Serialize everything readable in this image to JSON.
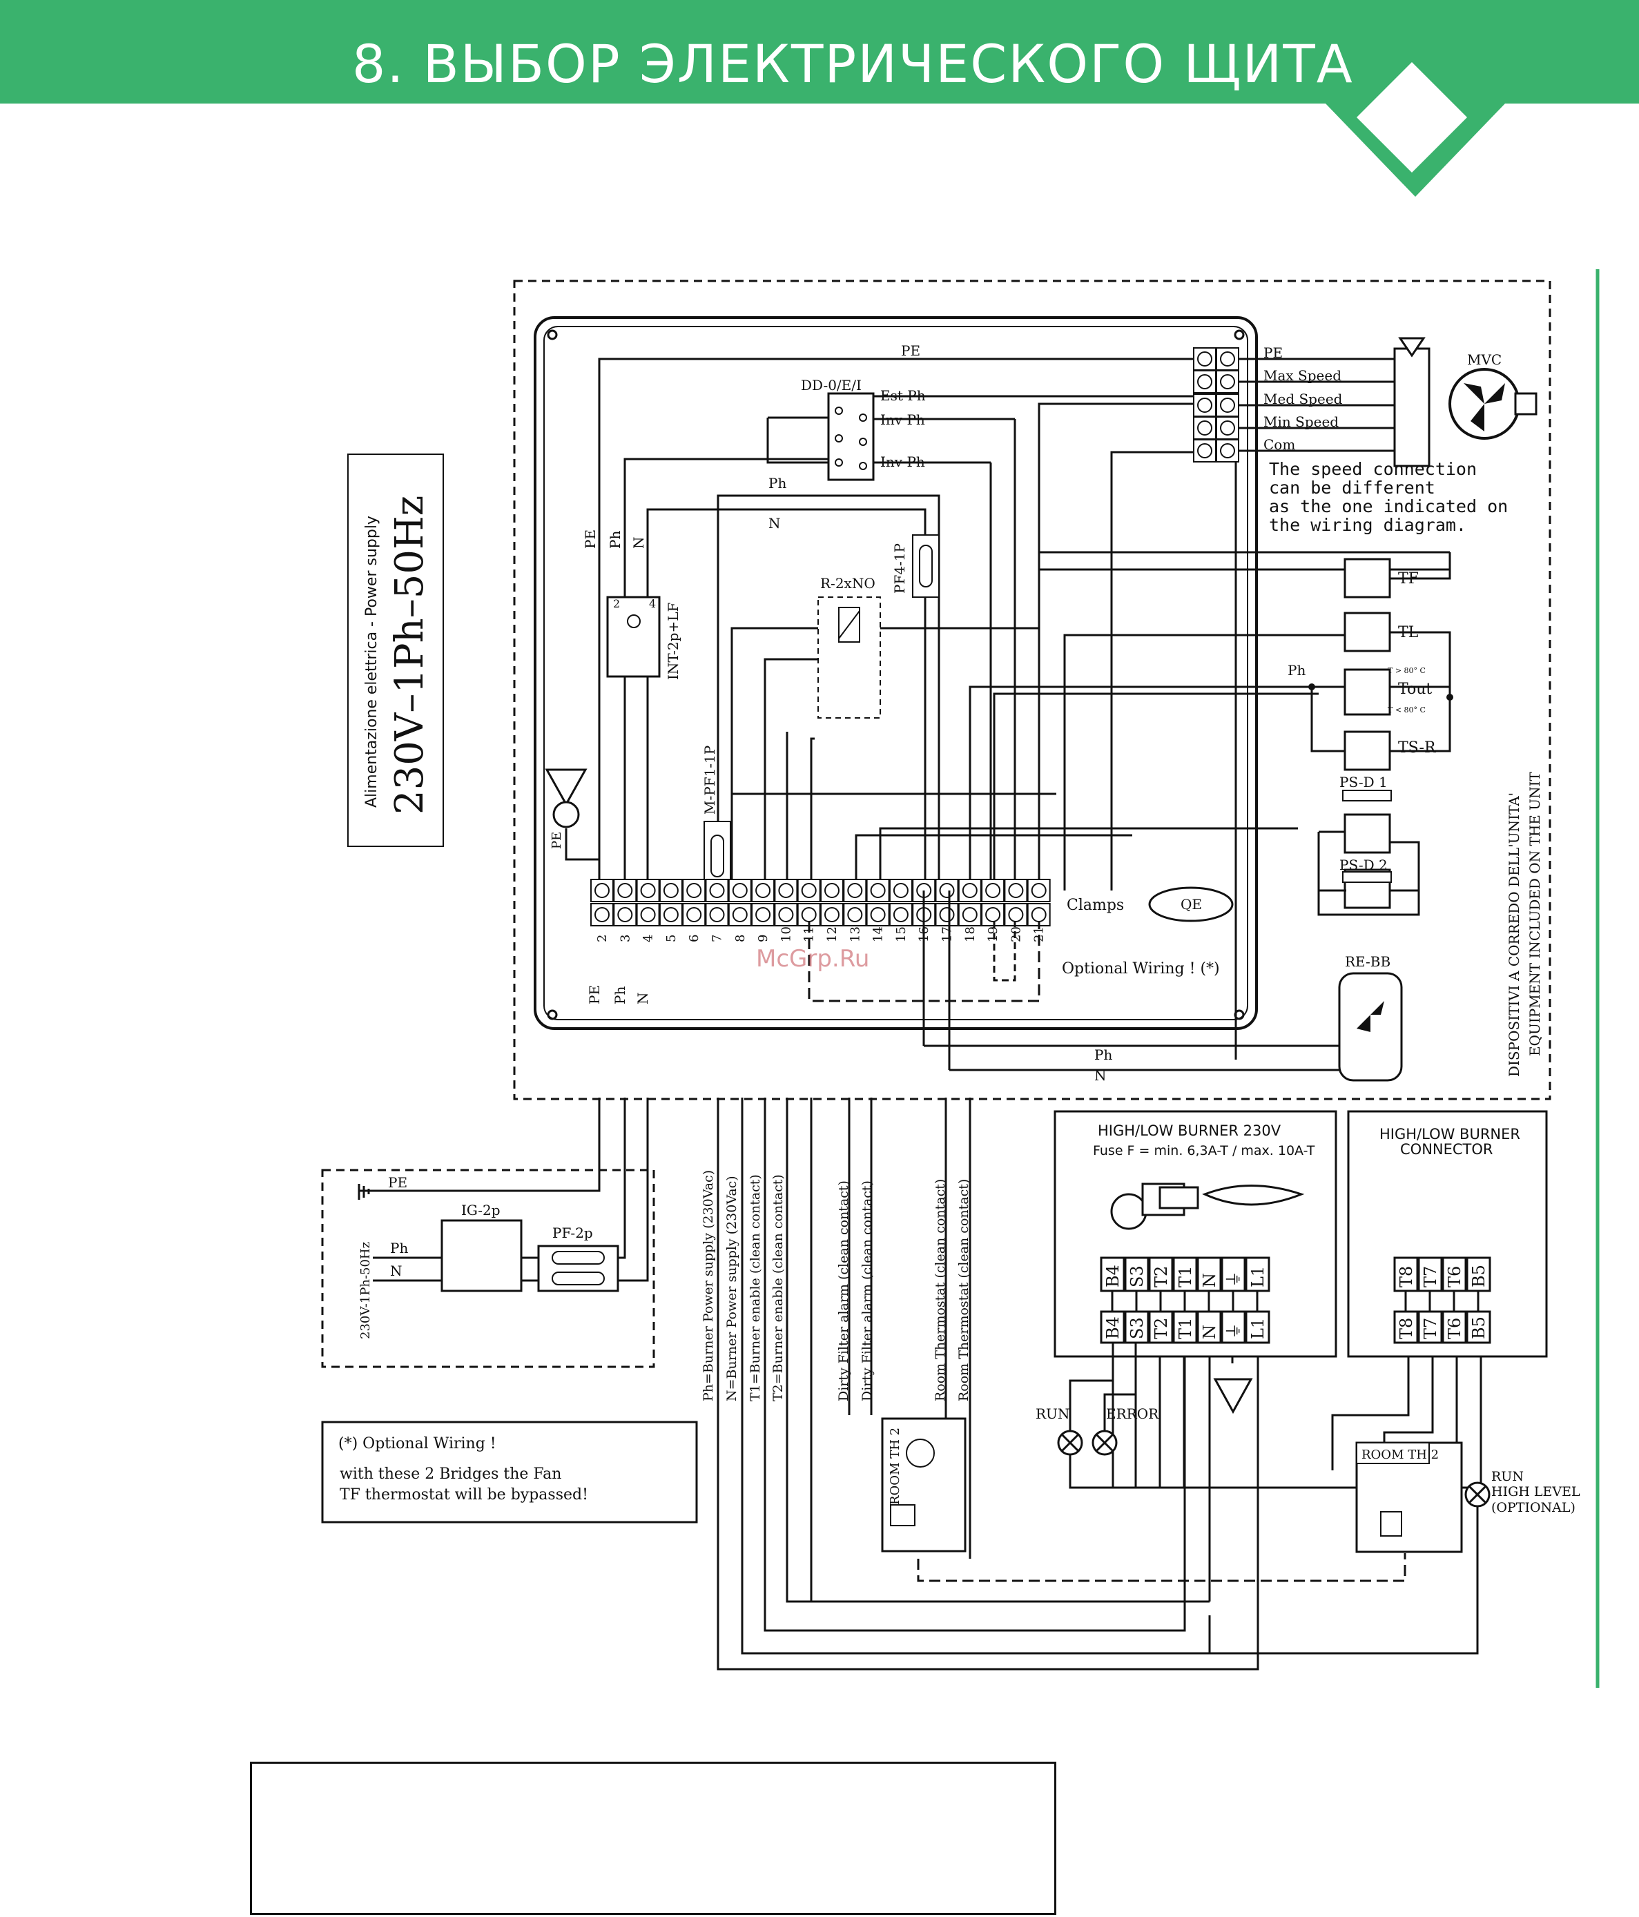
{
  "header": {
    "title": "8. ВЫБОР ЭЛЕКТРИЧЕСКОГО ЩИТА",
    "color": "#3ab26d"
  },
  "watermark": "McGrp.Ru",
  "power_supply": {
    "caption": "Alimentazione elettrica - Power supply",
    "value": "230V–1Ph–50Hz"
  },
  "panel": {
    "dd": "DD-0/E/I",
    "est_ph": "Est Ph",
    "inv_ph": "Inv Ph",
    "inv_ph2": "Inv Ph",
    "pe": "PE",
    "ph": "Ph",
    "n": "N",
    "r2xno": "R-2xNO",
    "pf4": "PF4-1P",
    "int": "INT-2p+LF",
    "mpf1": "M-PF1-1P",
    "clamps": "Clamps",
    "qe": "QE",
    "optional_wiring": "Optional Wiring ! (*)",
    "terminals": [
      "2",
      "3",
      "4",
      "5",
      "6",
      "7",
      "8",
      "9",
      "10",
      "11",
      "12",
      "13",
      "14",
      "15",
      "16",
      "17",
      "18",
      "19",
      "20",
      "21"
    ]
  },
  "motor": {
    "mvc": "MVC",
    "pe": "PE",
    "max_speed": "Max Speed",
    "med_speed": "Med Speed",
    "min_speed": "Min Speed",
    "com": "Com",
    "note": [
      "The speed connection",
      "can be different",
      "as the one indicated on",
      "the wiring diagram."
    ]
  },
  "devices": {
    "tf": "TF",
    "tl": "TL",
    "tout": "Tout",
    "ts_r": "TS-R",
    "ph": "Ph",
    "t_hi": "T > 80° C",
    "t_lo": "T < 80° C",
    "psd1": "PS-D 1",
    "psd2": "PS-D 2",
    "rebb": "RE-BB",
    "ph_bottom": "Ph",
    "n_bottom": "N"
  },
  "side_text": [
    "DISPOSITIVI A CORREDO DELL'UNITA'",
    "EQUIPMENT INCLUDED ON THE UNIT"
  ],
  "supply_box": {
    "pe": "PE",
    "ig": "IG-2p",
    "pf": "PF-2p",
    "ph": "Ph",
    "n": "N",
    "label": "230V-1Ph-50Hz"
  },
  "optional_note": {
    "title": "(*) Optional Wiring !",
    "line1": "with these 2 Bridges the Fan",
    "line2": "TF thermostat will be bypassed!"
  },
  "vertical_labels": [
    "Ph=Burner Power supply (230Vac)",
    "N=Burner Power supply (230Vac)",
    "T1=Burner enable (clean contact)",
    "T2=Burner enable (clean contact)",
    "Dirty Filter alarm (clean contact)",
    "Dirty Filter alarm (clean contact)",
    "Room Thermostat (clean contact)",
    "Room Thermostat (clean contact)"
  ],
  "burner": {
    "title": "HIGH/LOW BURNER 230V",
    "fuse": "Fuse F = min. 6,3A-T / max. 10A-T",
    "terminals": [
      "B4",
      "S3",
      "T2",
      "T1",
      "N",
      "⏚",
      "L1"
    ],
    "run": "RUN",
    "error": "ERROR"
  },
  "connector": {
    "title1": "HIGH/LOW BURNER",
    "title2": "CONNECTOR",
    "terminals": [
      "T8",
      "T7",
      "T6",
      "B5"
    ],
    "room_th": "ROOM TH 2",
    "run": "RUN",
    "high_level": "HIGH LEVEL",
    "optional": "(OPTIONAL)"
  },
  "room_th_left": "ROOM TH 2"
}
